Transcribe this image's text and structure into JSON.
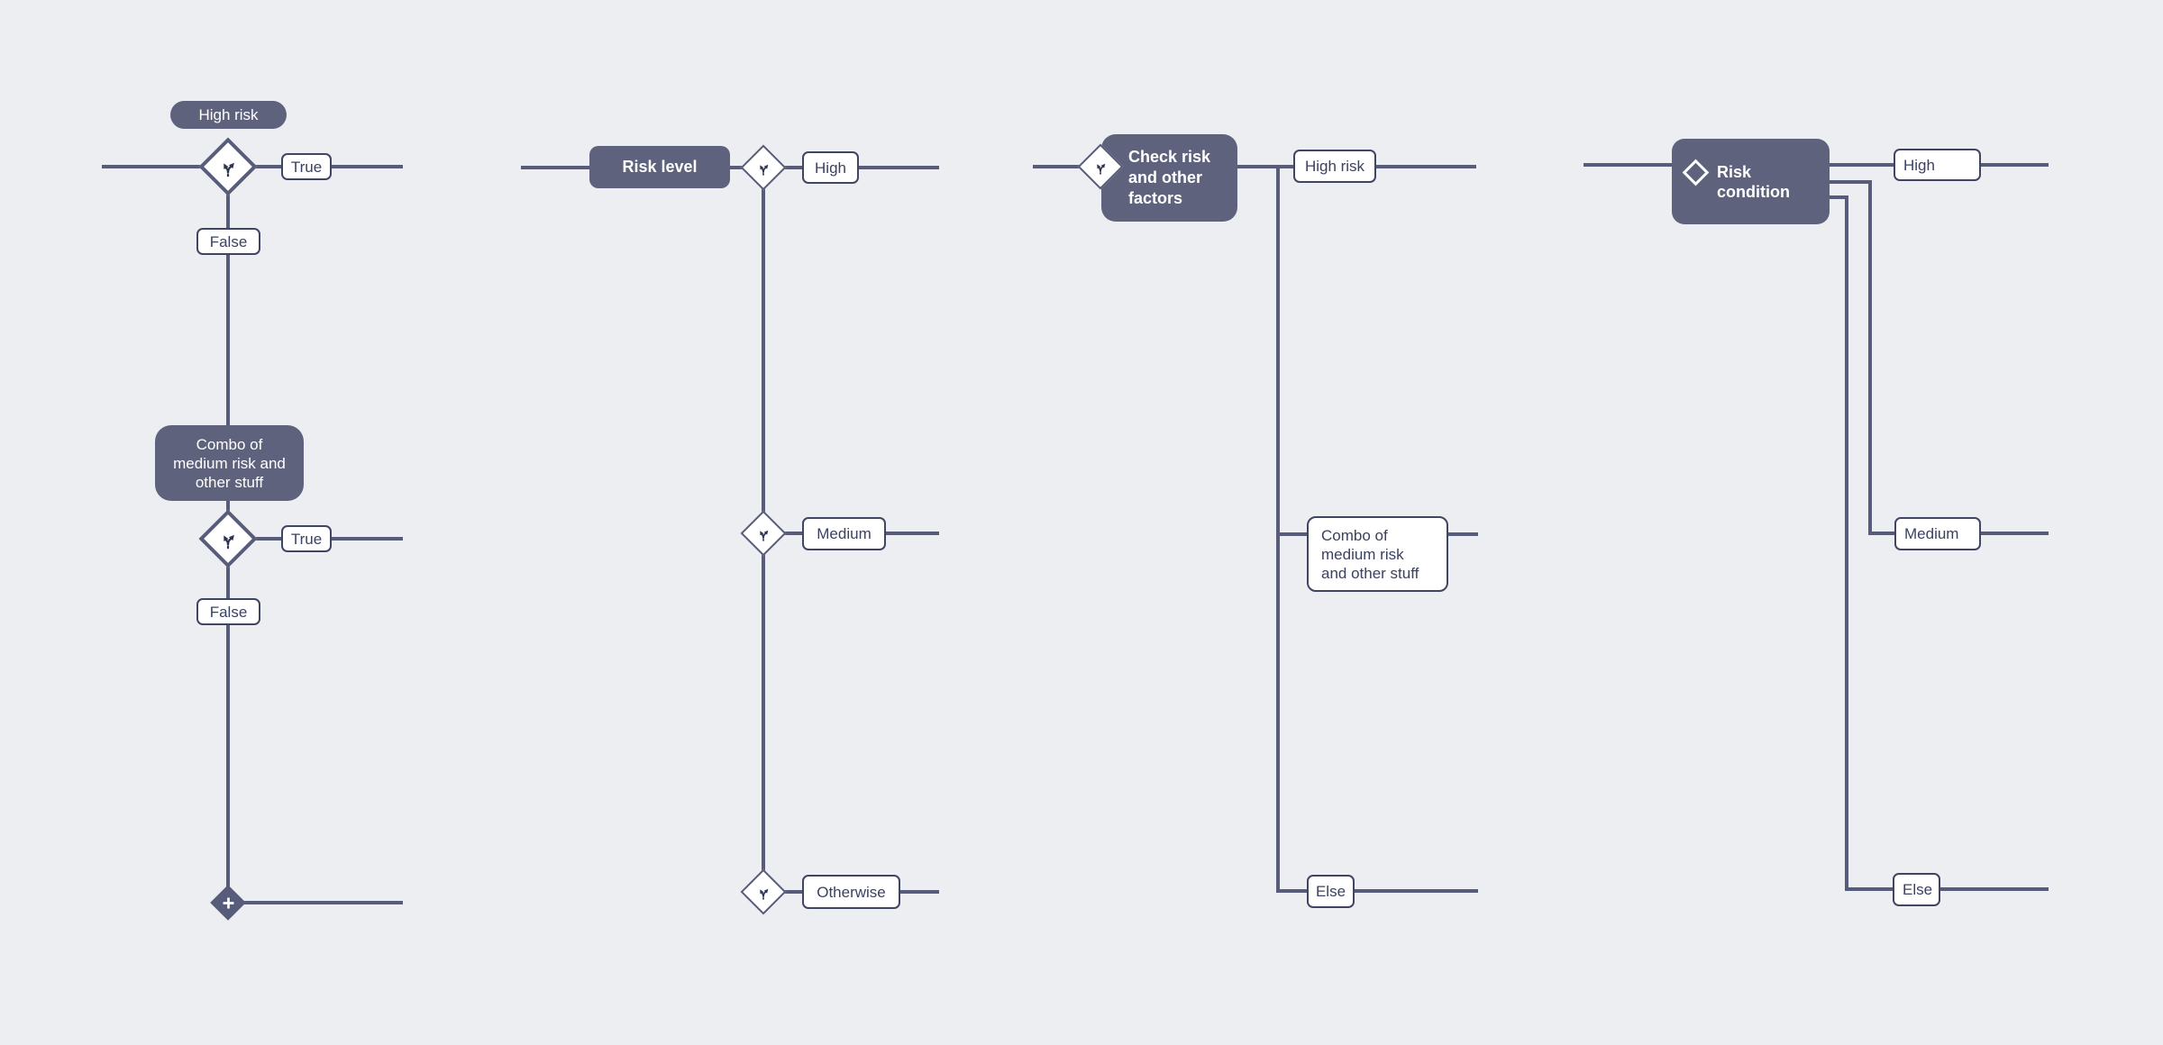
{
  "colors": {
    "background": "#EDEEF2",
    "node_fill": "#5E627C",
    "connector": "#575C7A",
    "label_border": "#3F4562",
    "label_text": "#3B4160",
    "node_text": "#FFFFFF",
    "icon_dark": "#2E3450"
  },
  "icons": {
    "decision": "fork-arrows-icon",
    "merge": "plus-icon",
    "condition": "diamond-outline-icon"
  },
  "diagram1": {
    "title_pill": "High risk",
    "true_label_1": "True",
    "false_label_1": "False",
    "combo_label": "Combo of\nmedium risk and\nother stuff",
    "true_label_2": "True",
    "false_label_2": "False"
  },
  "diagram2": {
    "header": "Risk level",
    "case_high": "High",
    "case_medium": "Medium",
    "case_otherwise": "Otherwise"
  },
  "diagram3": {
    "header": "Check risk\nand other\nfactors",
    "case_high": "High risk",
    "case_combo": "Combo of\nmedium risk\nand other stuff",
    "case_else": "Else"
  },
  "diagram4": {
    "header": "Risk\ncondition",
    "case_high": "High",
    "case_medium": "Medium",
    "case_else": "Else"
  }
}
